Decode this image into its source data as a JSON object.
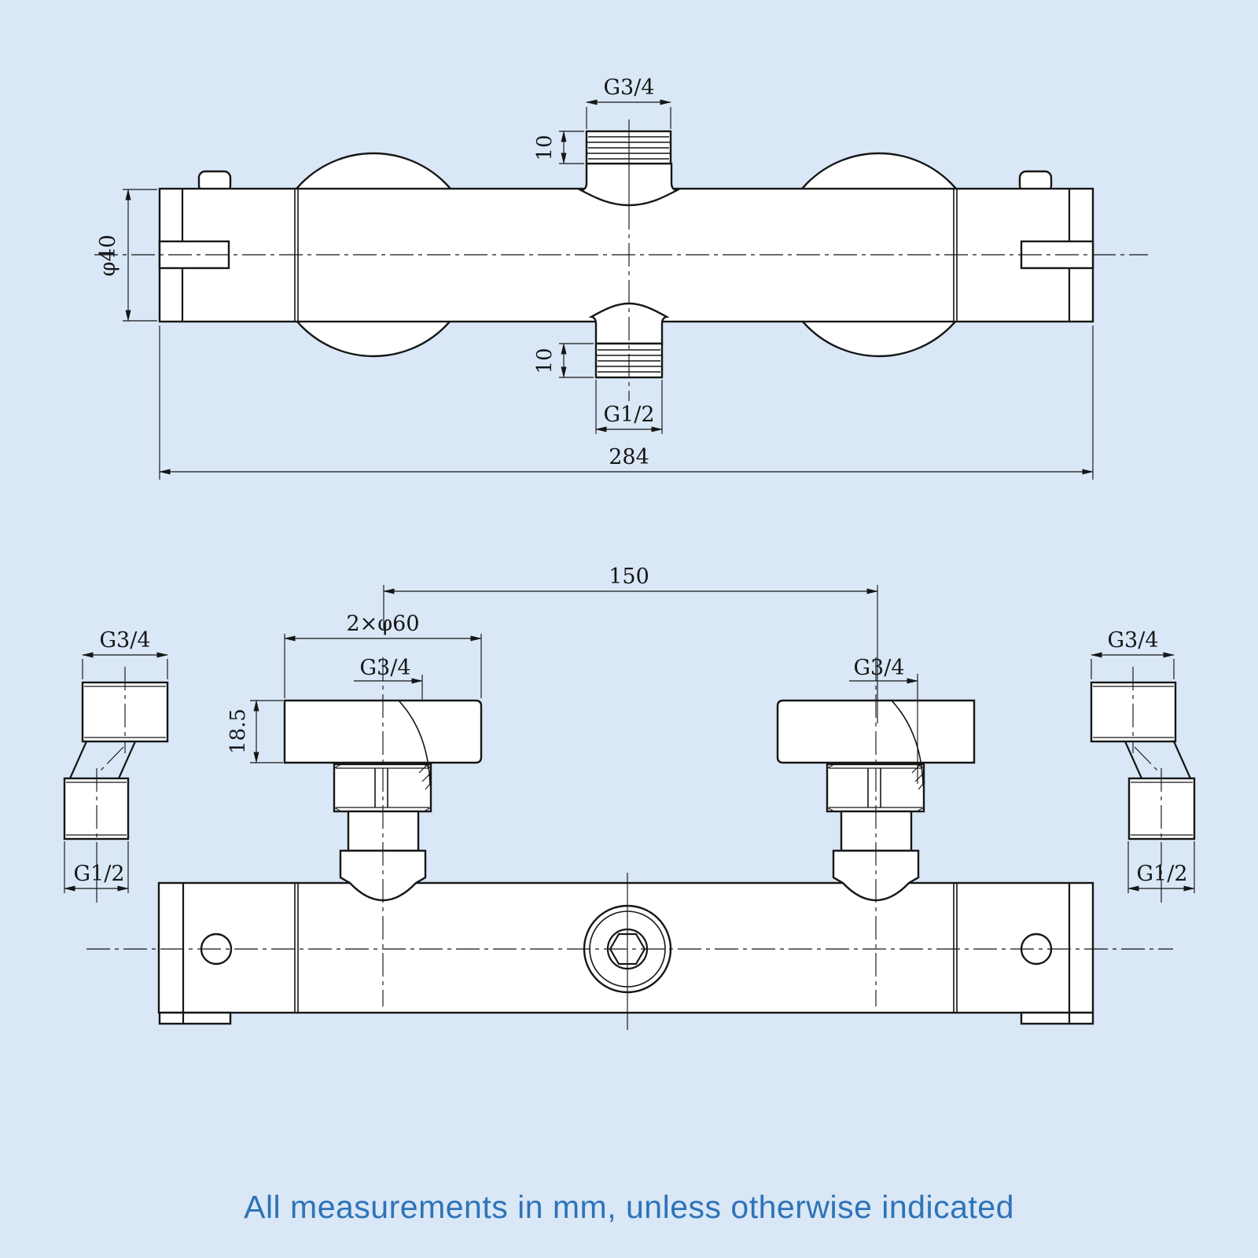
{
  "colors": {
    "bg": "#d9e7f6",
    "ink": "#161616",
    "accent": "#2e73b8",
    "paper": "#ffffff"
  },
  "diagram": {
    "top_view": {
      "thread_top_label": "G3/4",
      "thread_top_length": "10",
      "body_diameter": "φ40",
      "thread_bottom_length": "10",
      "thread_bottom_label": "G1/2",
      "overall_width": "284"
    },
    "front_view": {
      "port_spacing": "150",
      "flange_label": "2×φ60",
      "flange_depth": "18.5",
      "port_left_label": "G3/4",
      "port_right_label": "G3/4"
    },
    "left_adapter": {
      "top_thread": "G3/4",
      "bottom_thread": "G1/2"
    },
    "right_adapter": {
      "top_thread": "G3/4",
      "bottom_thread": "G1/2"
    },
    "footer_note": "All measurements in mm, unless otherwise indicated"
  }
}
